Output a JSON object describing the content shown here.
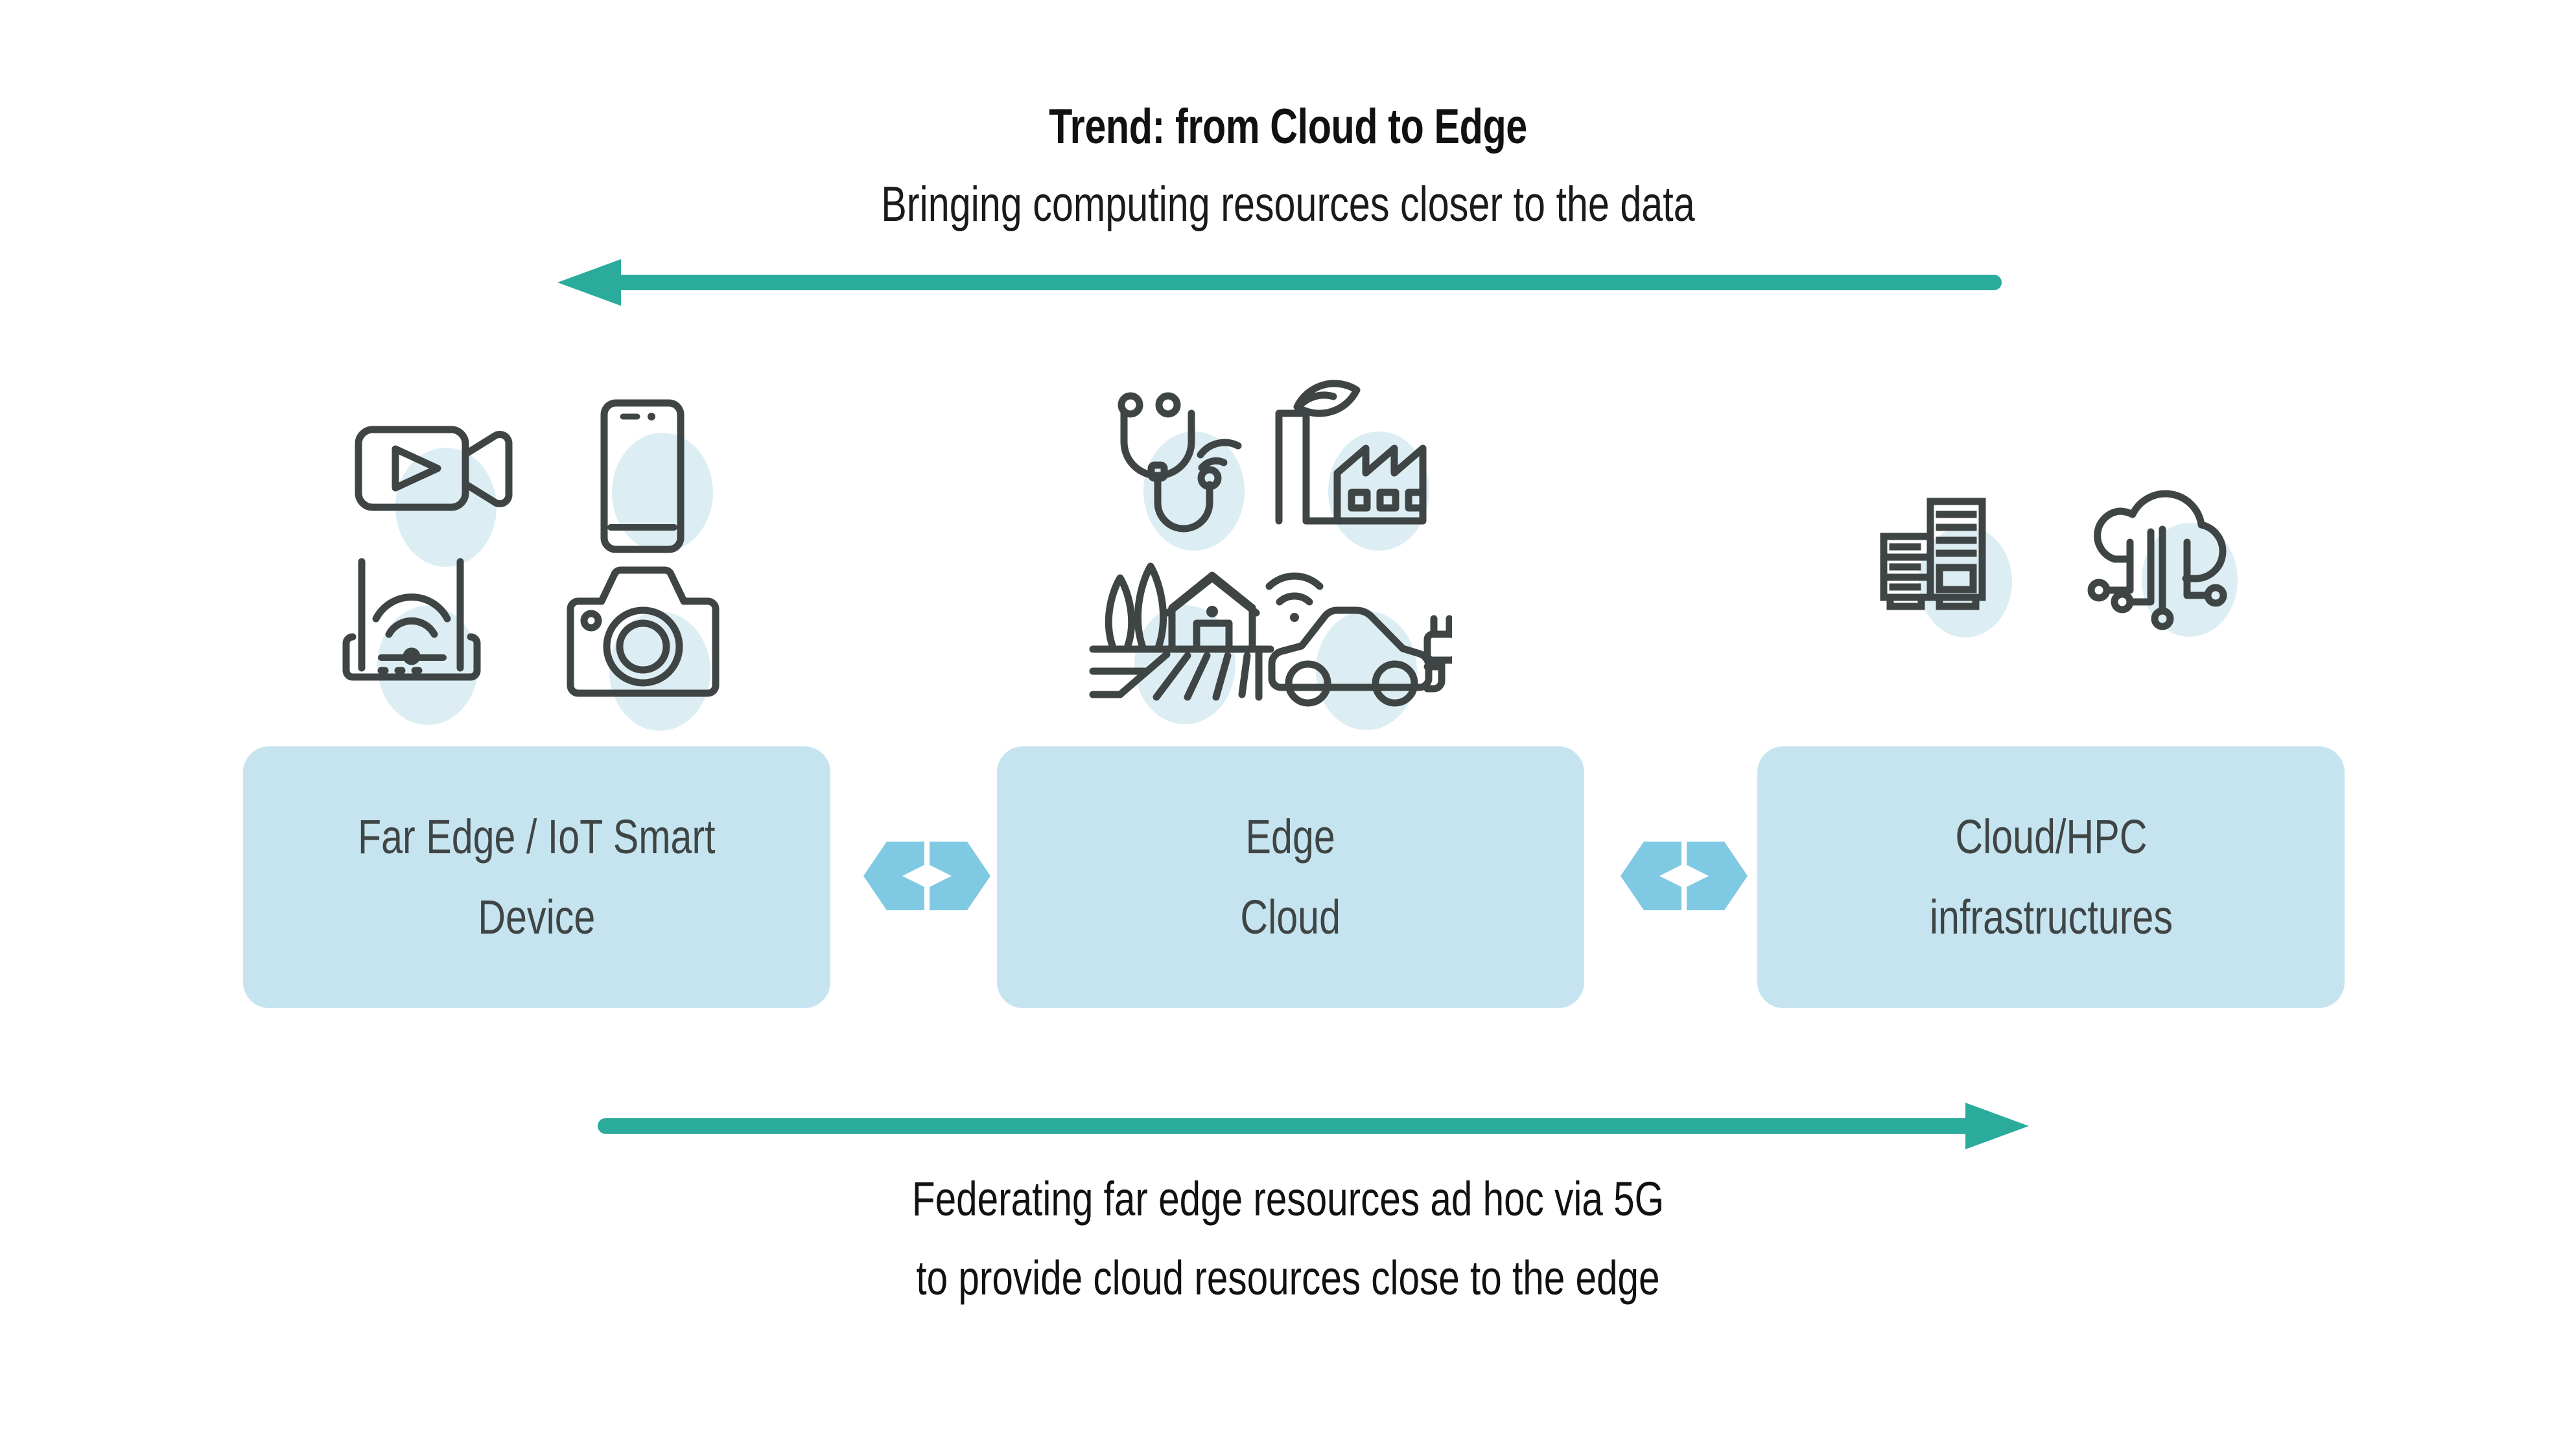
{
  "header": {
    "title": "Trend: from Cloud to Edge",
    "subtitle": "Bringing computing resources closer to the data"
  },
  "arrows": {
    "top": {
      "name": "cloud-to-edge-arrow",
      "direction": "left",
      "color": "#2aab9b"
    },
    "bottom": {
      "name": "edge-federation-arrow",
      "direction": "right",
      "color": "#2aab9b"
    }
  },
  "stages": [
    {
      "id": "far-edge",
      "label": "Far Edge / IoT Smart\nDevice"
    },
    {
      "id": "edge",
      "label": "Edge\nCloud"
    },
    {
      "id": "cloud",
      "label": "Cloud/HPC\ninfrastructures"
    }
  ],
  "connectors": [
    {
      "id": "far-edge-to-edge",
      "label": "bidirectional"
    },
    {
      "id": "edge-to-cloud",
      "label": "bidirectional"
    }
  ],
  "icon_groups": [
    {
      "stage": "far-edge",
      "icons": [
        "video-camera-icon",
        "smartphone-icon",
        "wifi-router-icon",
        "photo-camera-icon"
      ]
    },
    {
      "stage": "edge",
      "icons": [
        "smart-stethoscope-icon",
        "eco-factory-icon",
        "smart-farm-icon",
        "electric-car-icon"
      ]
    },
    {
      "stage": "cloud",
      "icons": [
        "server-rack-icon",
        "cloud-computing-icon"
      ]
    }
  ],
  "captions": {
    "line_1": "Federating far edge resources ad hoc via 5G",
    "line_2": "to provide cloud resources close to the edge"
  },
  "colors": {
    "teal_arrow": "#2aab9b",
    "box_fill": "#c5e4f0",
    "connector_fill": "#7fc9e3",
    "icon_stroke": "#3f4544",
    "icon_circle": "#dceef4",
    "background": "#ffffff",
    "text_dark": "#111111"
  }
}
